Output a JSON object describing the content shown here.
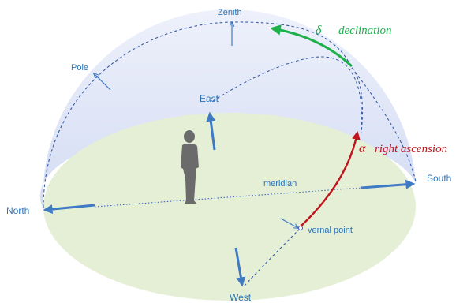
{
  "labels": {
    "zenith": "Zenith",
    "pole": "Pole",
    "east": "East",
    "north": "North",
    "south": "South",
    "west": "West",
    "meridian": "meridian",
    "vernal_point": "vernal point"
  },
  "declination": {
    "symbol": "δ",
    "text": "declination"
  },
  "right_ascension": {
    "symbol": "α",
    "text": "right ascension"
  },
  "colors": {
    "sky_dome": "#dde4f6",
    "ground_plane": "#e4efd6",
    "axis_blue": "#3f7ac4",
    "dashed_line": "#3a5da8",
    "label_blue": "#2e74b5",
    "declination_green": "#1db04b",
    "right_ascension_red": "#c0141b",
    "observer_grey": "#6b6b6b"
  }
}
